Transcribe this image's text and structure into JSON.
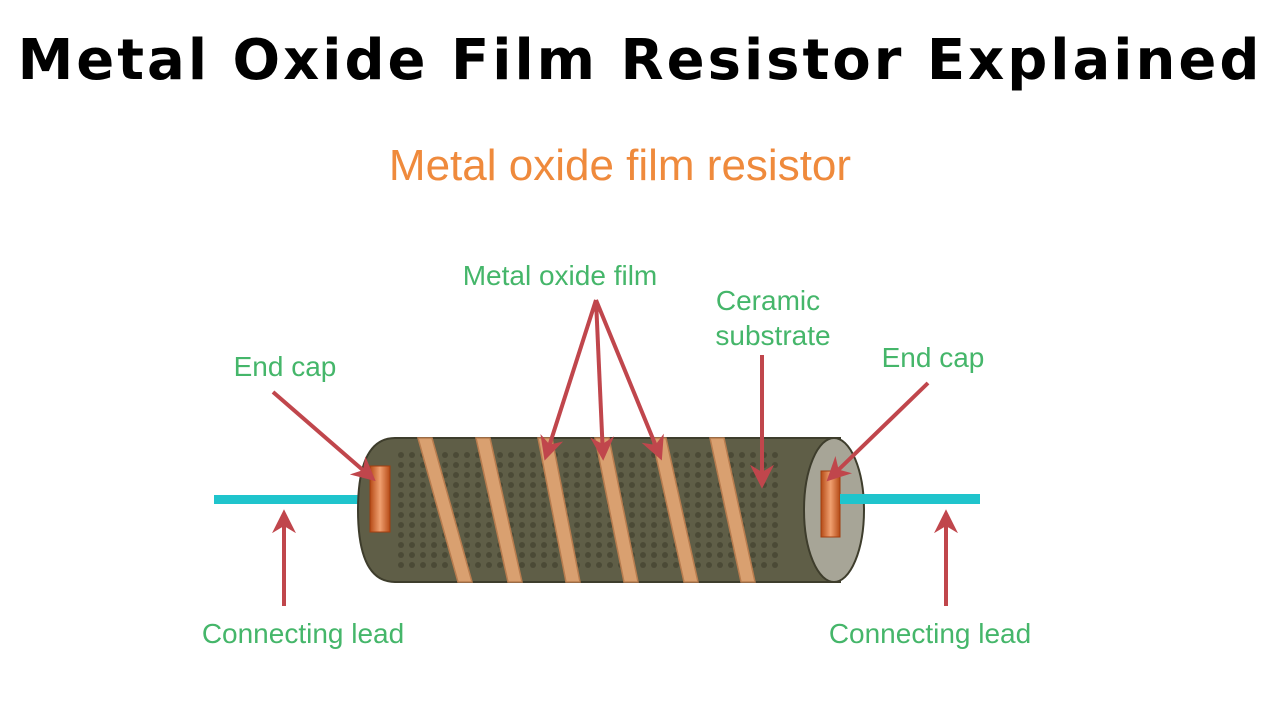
{
  "headline": "Metal Oxide Film Resistor Explained",
  "diagram": {
    "title": "Metal oxide film resistor",
    "labels": {
      "metal_oxide_film": "Metal oxide film",
      "ceramic_line1": "Ceramic",
      "ceramic_line2": "substrate",
      "end_cap_left": "End cap",
      "end_cap_right": "End cap",
      "lead_left": "Connecting lead",
      "lead_right": "Connecting lead"
    },
    "colors": {
      "body": "#5f5e47",
      "dots": "#4b4a36",
      "film": "#d9a070",
      "cap": "#c0561e",
      "lead": "#1fc4cc",
      "arrow": "#c0464c",
      "label": "#45b66a",
      "title": "#ef8a3c",
      "end_face": "#a7a597"
    }
  }
}
